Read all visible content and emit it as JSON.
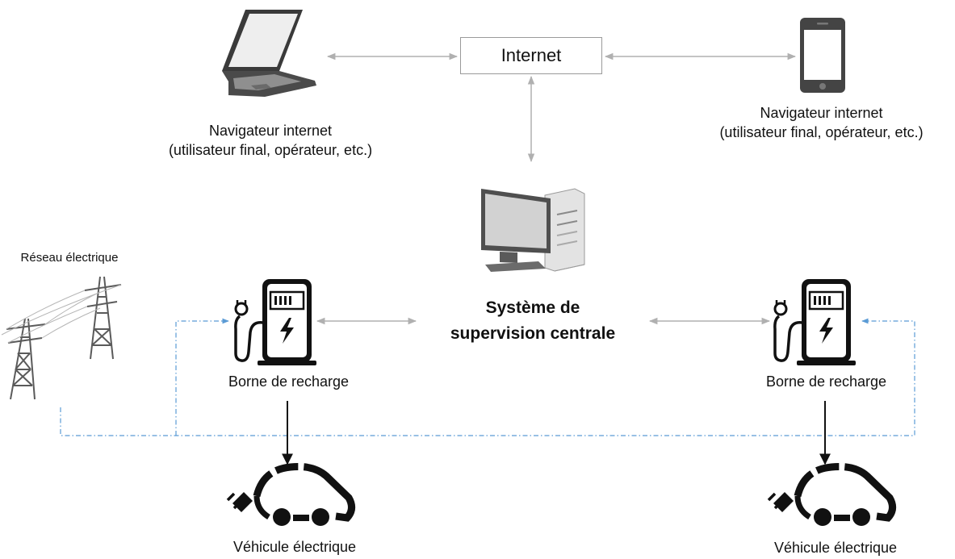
{
  "internet": {
    "label": "Internet"
  },
  "browser_left": {
    "line1": "Navigateur internet",
    "line2": "(utilisateur final, opérateur, etc.)",
    "icon": "laptop-icon"
  },
  "browser_right": {
    "line1": "Navigateur internet",
    "line2": "(utilisateur final, opérateur, etc.)",
    "icon": "smartphone-icon"
  },
  "supervision": {
    "line1": "Système de",
    "line2": "supervision centrale",
    "icon": "desktop-computer-icon"
  },
  "grid": {
    "label": "Réseau électrique",
    "icon": "power-pylon-icon"
  },
  "charger_left": {
    "label": "Borne de recharge",
    "icon": "ev-charger-icon"
  },
  "charger_right": {
    "label": "Borne de recharge",
    "icon": "ev-charger-icon"
  },
  "vehicle_left": {
    "label": "Véhicule électrique",
    "icon": "electric-car-icon"
  },
  "vehicle_right": {
    "label": "Véhicule électrique",
    "icon": "electric-car-icon"
  },
  "colors": {
    "data_link": "#b0b0b0",
    "power_link": "#5b9bd5",
    "flow_arrow": "#111111",
    "icon_dark": "#1a1a1a"
  }
}
